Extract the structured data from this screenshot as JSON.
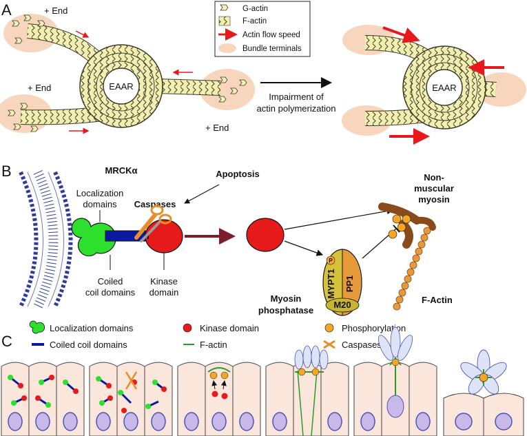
{
  "panels": {
    "a": "A",
    "b": "B",
    "c": "C"
  },
  "panel_a": {
    "legend": {
      "g_actin": "G-actin",
      "f_actin": "F-actin",
      "flow": "Actin flow speed",
      "terminals": "Bundle terminals"
    },
    "plus_end": "+ End",
    "ring_label": "EAAR",
    "arrow_caption_line1": "Impairment of",
    "arrow_caption_line2": "actin polymerization",
    "colors": {
      "actin": "#f2efb0",
      "actin_stroke": "#3a3a2a",
      "terminal": "#f8d5bd",
      "flow": "#e8191c"
    }
  },
  "panel_b": {
    "title": "MRCKα",
    "localization": [
      "Localization",
      "domains"
    ],
    "caspases": "Caspases",
    "apoptosis": "Apoptosis",
    "coiled": [
      "Coiled",
      "coil domains"
    ],
    "kinase": [
      "Kinase",
      "domain"
    ],
    "nonmuscular": [
      "Non-",
      "muscular",
      "myosin"
    ],
    "mypt1": "MYPT1",
    "pp1": "PP1",
    "m20": "M20",
    "phosphatase": [
      "Myosin",
      "phosphatase"
    ],
    "factin": "F-Actin",
    "p": "P",
    "colors": {
      "membrane": "#2f3c9e",
      "localization": "#2ee02e",
      "coiled": "#0a1aa0",
      "kinase": "#e61a1a",
      "myosin": "#8a4a1a",
      "factin_bead": "#e89a3a",
      "phosphatase": "#d6c23a"
    }
  },
  "panel_c": {
    "legend": {
      "localization": "Localization domains",
      "coiled": "Coiled coil domains",
      "kinase": "Kinase domain",
      "factin": "F-actin",
      "phosphorylation": "Phosphorylation",
      "caspases": "Caspases"
    },
    "colors": {
      "cell": "#fbe6dc",
      "nucleus": "#c9b8ea",
      "nucleus_stroke": "#4a55b0",
      "apical": "#b8c8ec"
    }
  }
}
